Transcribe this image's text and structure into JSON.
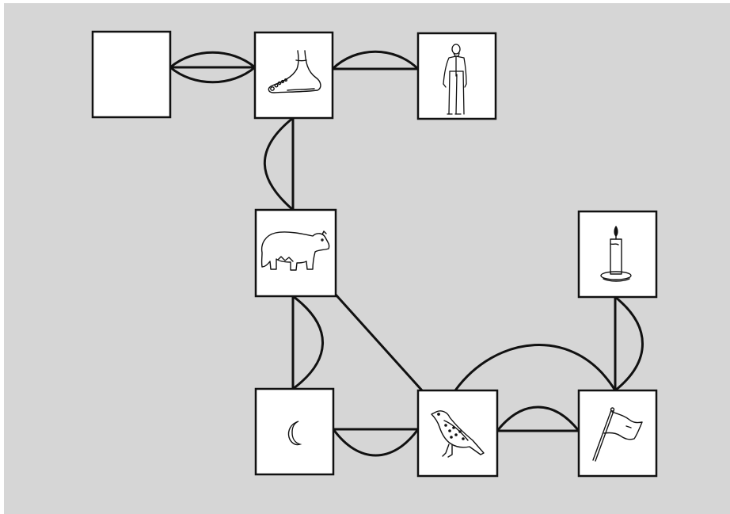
{
  "colors": {
    "board": "#d6d6d6",
    "card": "#ffffff",
    "ink": "#111111"
  },
  "nodes": [
    {
      "id": "blank",
      "icon": "blank-card"
    },
    {
      "id": "foot",
      "icon": "foot-icon"
    },
    {
      "id": "man",
      "icon": "man-icon"
    },
    {
      "id": "bear",
      "icon": "bear-icon"
    },
    {
      "id": "candle",
      "icon": "candle-icon"
    },
    {
      "id": "moon",
      "icon": "crescent-moon-icon"
    },
    {
      "id": "bird",
      "icon": "bird-icon"
    },
    {
      "id": "flag",
      "icon": "flag-icon"
    }
  ],
  "edges": [
    {
      "from": "blank",
      "to": "foot",
      "style": "straight"
    },
    {
      "from": "blank",
      "to": "foot",
      "style": "arc-up"
    },
    {
      "from": "blank",
      "to": "foot",
      "style": "arc-down"
    },
    {
      "from": "foot",
      "to": "man",
      "style": "straight"
    },
    {
      "from": "foot",
      "to": "man",
      "style": "arc-up"
    },
    {
      "from": "foot",
      "to": "bear",
      "style": "straight"
    },
    {
      "from": "foot",
      "to": "bear",
      "style": "arc-left"
    },
    {
      "from": "bear",
      "to": "moon",
      "style": "straight"
    },
    {
      "from": "bear",
      "to": "moon",
      "style": "arc-right"
    },
    {
      "from": "bear",
      "to": "bird",
      "style": "straight"
    },
    {
      "from": "moon",
      "to": "bird",
      "style": "straight"
    },
    {
      "from": "moon",
      "to": "bird",
      "style": "arc-down"
    },
    {
      "from": "bird",
      "to": "flag",
      "style": "straight"
    },
    {
      "from": "bird",
      "to": "flag",
      "style": "arc-up"
    },
    {
      "from": "bird",
      "to": "flag",
      "style": "arc-wide"
    },
    {
      "from": "candle",
      "to": "flag",
      "style": "straight"
    },
    {
      "from": "candle",
      "to": "flag",
      "style": "arc-right"
    }
  ]
}
